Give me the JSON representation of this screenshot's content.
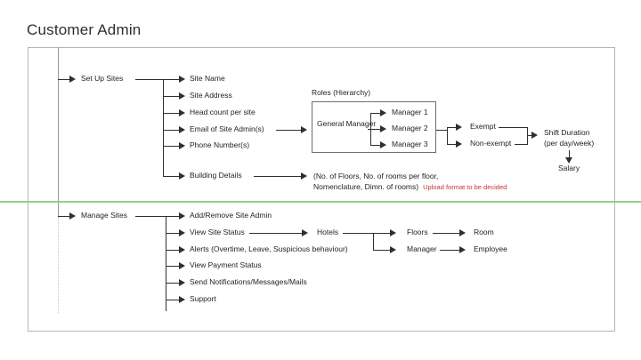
{
  "title": "Customer Admin",
  "diagram": {
    "setup": {
      "label": "Set Up Sites",
      "children": [
        "Site Name",
        "Site Address",
        "Head count per site",
        "Email of Site Admin(s)",
        "Phone Number(s)",
        "Building Details"
      ]
    },
    "roles": {
      "heading": "Roles (Hierarchy)",
      "root": "General Manager",
      "managers": [
        "Manager 1",
        "Manager 2",
        "Manager 3"
      ],
      "exempt": "Exempt",
      "non_exempt": "Non-exempt",
      "shift_line1": "Shift Duration",
      "shift_line2": "(per day/week)",
      "salary": "Salary"
    },
    "building_details_note": {
      "line1": "(No. of Floors, No. of rooms per floor,",
      "line2": "Nomenclature, Dimn. of rooms)",
      "note": "Upload format to be decided"
    },
    "manage": {
      "label": "Manage Sites",
      "children": [
        "Add/Remove Site Admin",
        "View Site Status",
        "Alerts (Overtime, Leave, Suspicious behaviour)",
        "View Payment Status",
        "Send Notifications/Messages/Mails",
        "Support"
      ]
    },
    "status_flow": {
      "hotels": "Hotels",
      "floors": "Floors",
      "room": "Room",
      "manager": "Manager",
      "employee": "Employee"
    }
  },
  "colors": {
    "line": "#2f2f2f",
    "frame_border": "#b5b5b5",
    "divider_green": "#8ecf8e",
    "note_red": "#cc2f36",
    "text": "#1f1f1f"
  }
}
